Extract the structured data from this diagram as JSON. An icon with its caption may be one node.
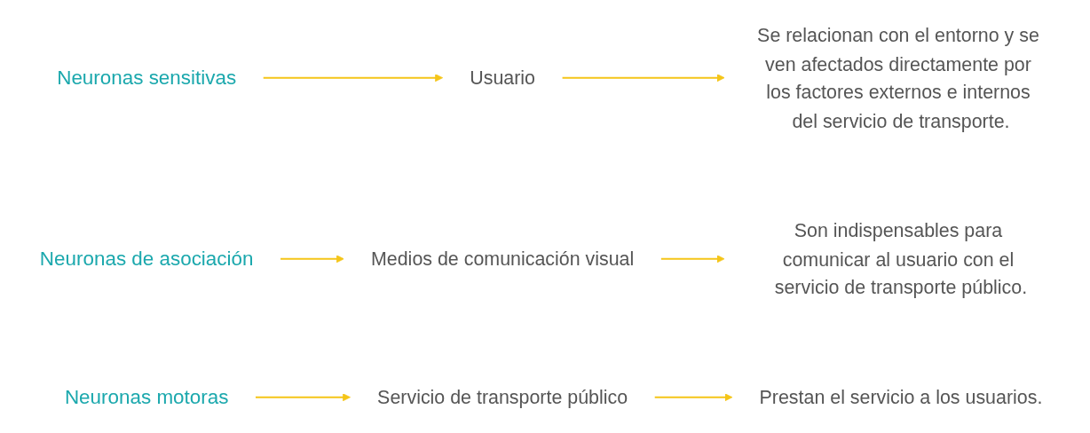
{
  "diagram": {
    "nodes": [
      {
        "text": [
          "Neuronas sensitivas"
        ]
      },
      {
        "text": [
          "Usuario"
        ]
      },
      {
        "text": [
          "Se relacionan con el entorno y se ven afectados directamente por los factores externos e internos del servicio de transporte."
        ]
      },
      {
        "text": [
          "Neuronas de asociación"
        ]
      },
      {
        "text": [
          "Medios de comunicación visual"
        ]
      },
      {
        "text": [
          "Son indispensables para comunicar al usuario con el servicio de transporte público."
        ]
      },
      {
        "text": [
          "Neuronas motoras"
        ]
      },
      {
        "text": [
          "Servicio de transporte público"
        ]
      },
      {
        "text": [
          "Prestan el servicio a los usuarios."
        ]
      }
    ],
    "edges": [
      {
        "from": 0,
        "to": 1,
        "arrow": "to"
      },
      {
        "from": 1,
        "to": 2,
        "arrow": "to"
      },
      {
        "from": 3,
        "to": 4,
        "arrow": "to"
      },
      {
        "from": 4,
        "to": 5,
        "arrow": "to"
      },
      {
        "from": 6,
        "to": 7,
        "arrow": "to"
      },
      {
        "from": 7,
        "to": 8,
        "arrow": "to"
      }
    ]
  }
}
